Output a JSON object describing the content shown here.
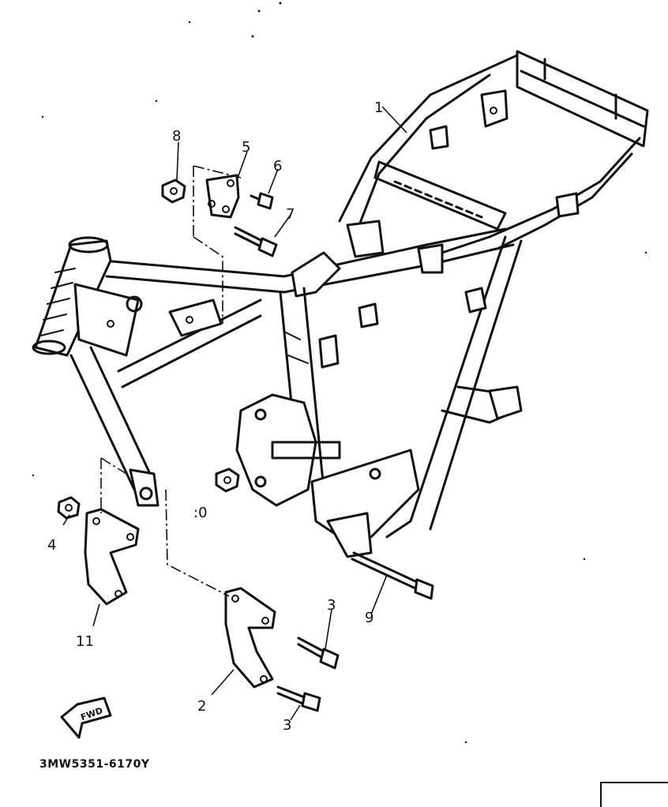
{
  "diagram_code": "3MW5351-6170Y",
  "fwd_label": "FWD",
  "callouts": {
    "c1": "1",
    "c2": "2",
    "c3a": "3",
    "c3b": "3",
    "c4": "4",
    "c5": "5",
    "c6": "6",
    "c7": "7",
    "c8": "8",
    "c9": "9",
    "c10": ":0",
    "c11": "11"
  }
}
